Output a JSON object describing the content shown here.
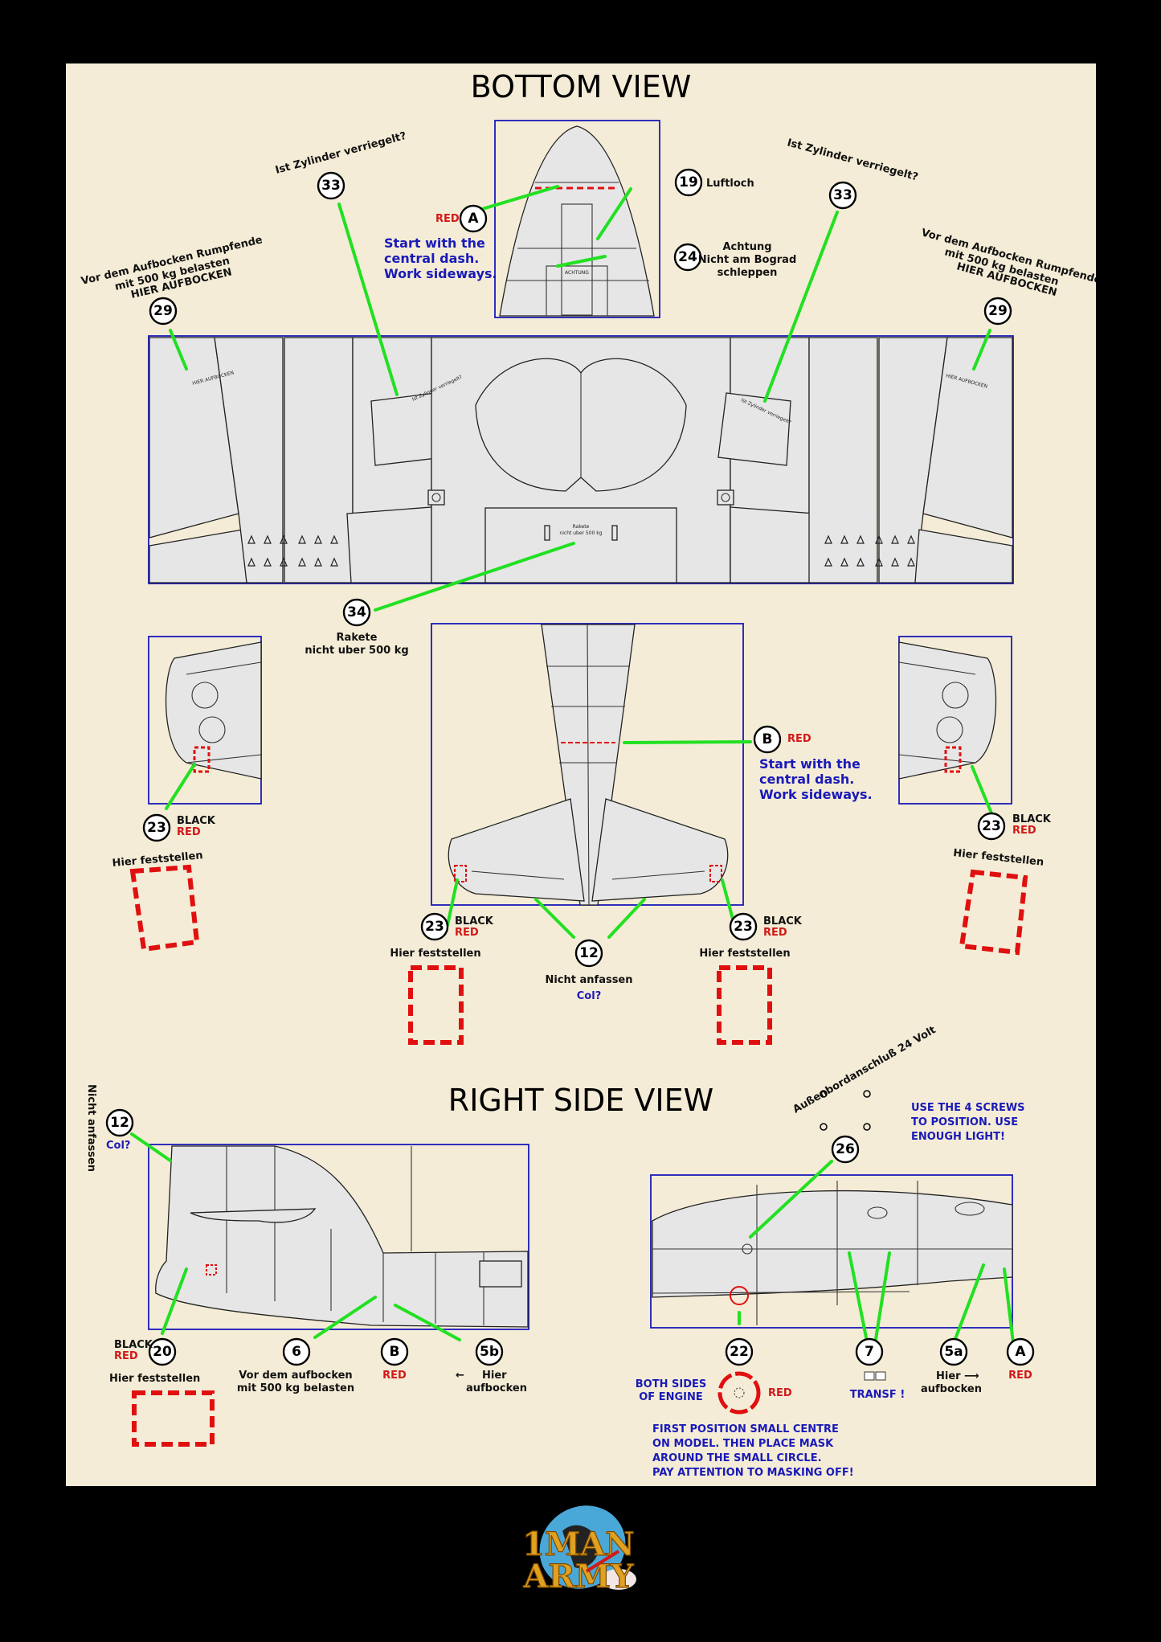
{
  "titles": {
    "bottom": "BOTTOM VIEW",
    "right": "RIGHT SIDE VIEW"
  },
  "callouts": {
    "n33": "33",
    "n29": "29",
    "nA": "A",
    "n19": "19",
    "n24": "24",
    "n34": "34",
    "nB": "B",
    "n23": "23",
    "n12": "12",
    "n20": "20",
    "n6": "6",
    "n5b": "5b",
    "n22": "22",
    "n7": "7",
    "n5a": "5a",
    "n26": "26"
  },
  "labels": {
    "zylinder": "Ist Zylinder verriegelt?",
    "aufbocken1": "Vor dem Aufbocken Rumpfende",
    "aufbocken2": "mit 500 kg belasten",
    "aufbocken3": "HIER AUFBOCKEN",
    "red": "RED",
    "black": "BLACK",
    "luftloch": "Luftloch",
    "achtung1": "Achtung",
    "achtung2": "Nicht am Bograd",
    "achtung3": "schleppen",
    "start1": "Start with the",
    "start2": "central dash.",
    "start3": "Work sideways.",
    "rakete1": "Rakete",
    "rakete2": "nicht uber 500 kg",
    "feststellen": "Hier feststellen",
    "nicht_anfassen": "Nicht anfassen",
    "col": "Col?",
    "vor_dem1": "Vor dem aufbocken",
    "vor_dem2": "mit 500 kg belasten",
    "hier": "Hier",
    "aufbocken": "aufbocken",
    "arrow_left": "←",
    "arrow_right": "⟶",
    "aussenbord": "Außenbordanschluß 24 Volt",
    "screws1": "USE THE 4 SCREWS",
    "screws2": "TO POSITION. USE",
    "screws3": "ENOUGH LIGHT!",
    "both1": "BOTH SIDES",
    "both2": "OF ENGINE",
    "transf": "TRANSF !",
    "first1": "FIRST POSITION SMALL CENTRE",
    "first2": "ON MODEL. THEN PLACE MASK",
    "first3": "AROUND THE SMALL CIRCLE.",
    "first4": "PAY ATTENTION TO MASKING OFF!"
  },
  "decal_text": {
    "zyl_small": "Ist Zylinder verriegelt?",
    "rakete_small1": "Rakete",
    "rakete_small2": "nicht uber 500 kg",
    "hier_small": "HIER AUFBOCKEN"
  },
  "logo": {
    "line1": "1MAN",
    "line2": "ARMY"
  },
  "colors": {
    "background": "#000000",
    "sheet": "#f4ecd6",
    "leader": "#22e022",
    "frame": "#1a1ab8",
    "red": "#d21919",
    "blue_note": "#1a1ab8",
    "logo_gold": "#e0a020",
    "logo_blue": "#4aa8d8"
  }
}
